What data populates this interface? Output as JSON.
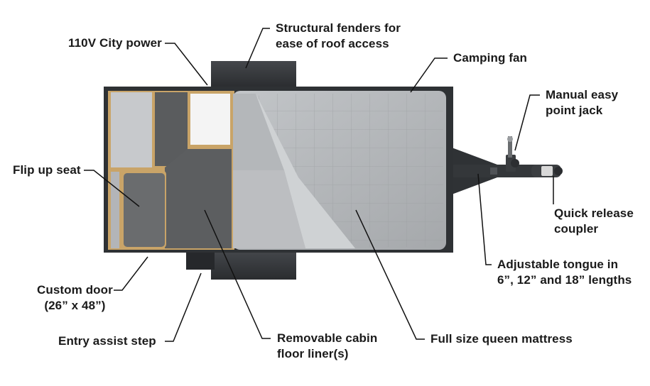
{
  "colors": {
    "mattress": "#a9acaf",
    "mattress_light": "#c4c7ca",
    "frame": "#2e3134",
    "floor": "#5c5e60",
    "wood": "#c9a468",
    "leader": "#111111"
  },
  "labels": {
    "city_power": "110V City power",
    "fenders": [
      "Structural fenders for",
      "ease of roof access"
    ],
    "camping_fan": "Camping fan",
    "jack": [
      "Manual easy",
      "point jack"
    ],
    "flip_seat": "Flip up seat",
    "coupler": [
      "Quick release",
      "coupler"
    ],
    "tongue": [
      "Adjustable tongue in",
      "6”, 12” and 18” lengths"
    ],
    "door": [
      "Custom door",
      "(26” x 48”)"
    ],
    "entry_step": "Entry assist step",
    "floor_liner": [
      "Removable cabin",
      "floor liner(s)"
    ],
    "mattress": "Full size queen mattress"
  }
}
